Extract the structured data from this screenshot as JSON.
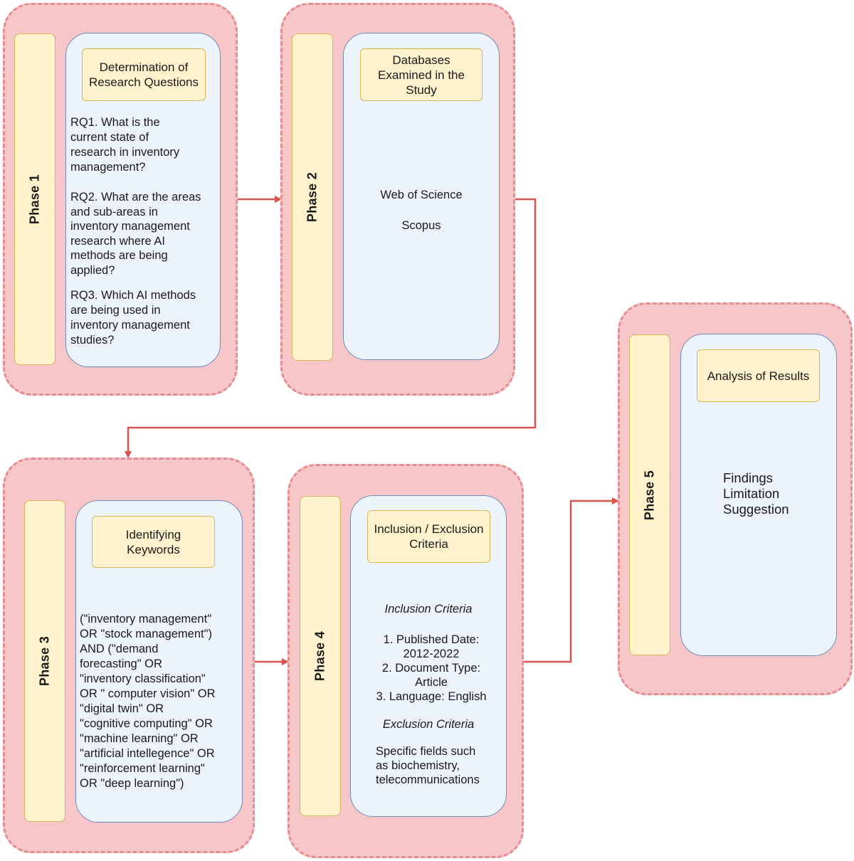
{
  "phases": {
    "p1": {
      "label": "Phase 1",
      "title": "Determination of Research Questions",
      "rq1": "RQ1.  What is the\ncurrent  state of\nresearch in inventory\nmanagement?",
      "rq2": "RQ2. What are the areas\nand sub-areas in\ninventory management\nresearch where AI\nmethods are being\napplied?",
      "rq3": "RQ3. Which AI methods\nare being used in\ninventory management\nstudies?"
    },
    "p2": {
      "label": "Phase 2",
      "title": "Databases Examined in the Study",
      "db1": "Web of Science",
      "db2": "Scopus"
    },
    "p3": {
      "label": "Phase 3",
      "title": "Identifying Keywords",
      "keywords": "(\"inventory management\"\nOR \"stock management\")\nAND (\"demand\nforecasting\" OR\n\"inventory classification\"\nOR \" computer vision\" OR\n\"digital twin\" OR\n\"cognitive computing\" OR\n\"machine learning\" OR\n\"artificial intellegence\" OR\n\"reinforcement learning\"\nOR \"deep learning\")"
    },
    "p4": {
      "label": "Phase 4",
      "title": "Inclusion / Exclusion Criteria",
      "inclusion_heading": "Inclusion Criteria",
      "inclusion_items": "1. Published Date:\n2012-2022\n2. Document Type:\nArticle\n3. Language: English",
      "exclusion_heading": "Exclusion Criteria",
      "exclusion_text": "Specific fields such\nas biochemistry,\ntelecommunications"
    },
    "p5": {
      "label": "Phase 5",
      "title": "Analysis of Results",
      "outputs": "Findings\nLimitation\nSuggestion"
    }
  },
  "colors": {
    "phase_fill": "#f7c6c8",
    "phase_border": "#e58d91",
    "label_fill": "#fff2cc",
    "label_border": "#d6b656",
    "content_fill": "#edf3fb",
    "content_border": "#6c8ebf",
    "arrow": "#d9534f"
  }
}
